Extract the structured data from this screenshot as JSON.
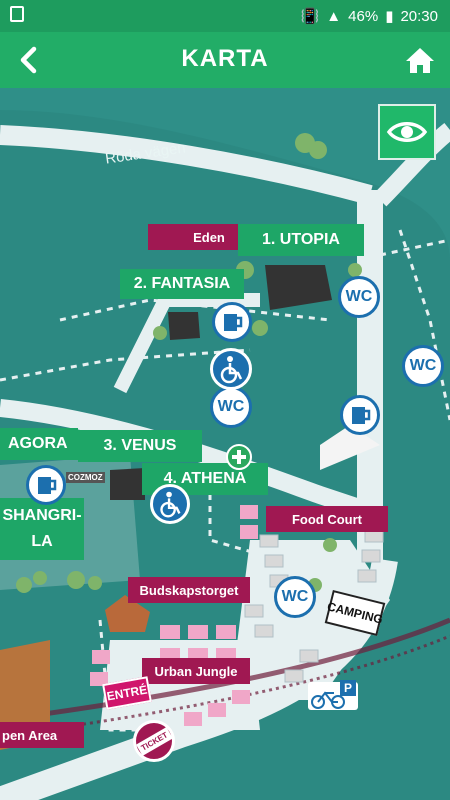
{
  "status_bar": {
    "battery": "46%",
    "time": "20:30"
  },
  "header": {
    "title": "KARTA",
    "back_icon": "chevron-left-icon",
    "home_icon": "home-icon"
  },
  "map": {
    "road_name": "Röda vägen",
    "view_toggle_icon": "eye-icon",
    "stages": [
      {
        "id": "eden",
        "label": "Eden"
      },
      {
        "id": "utopia",
        "label": "1. UTOPIA"
      },
      {
        "id": "fantasia",
        "label": "2. FANTASIA"
      },
      {
        "id": "venus",
        "label": "3. VENUS"
      },
      {
        "id": "athena",
        "label": "4. ATHENA"
      },
      {
        "id": "agora",
        "label": "AGORA"
      },
      {
        "id": "shangrila",
        "label": "SHANGRI-\nLA"
      }
    ],
    "areas": [
      {
        "id": "food-court",
        "label": "Food Court"
      },
      {
        "id": "budskapstorget",
        "label": "Budskapstorget"
      },
      {
        "id": "urban-jungle",
        "label": "Urban Jungle"
      },
      {
        "id": "open-area",
        "label": "pen Area"
      }
    ],
    "signs": {
      "camping": "CAMPING",
      "entrance": "ENTRÉ",
      "ticket": "TICKET",
      "parking": "P",
      "cozmoz": "COZMOZ"
    },
    "wc_label": "WC",
    "icons": [
      "beer-icon",
      "wheelchair-icon",
      "first-aid-icon",
      "bicycle-icon"
    ],
    "colors": {
      "stage_green": "#1ea667",
      "area_magenta": "#a01852",
      "map_teal": "#2f8f88",
      "road": "#e6f0f1"
    }
  }
}
